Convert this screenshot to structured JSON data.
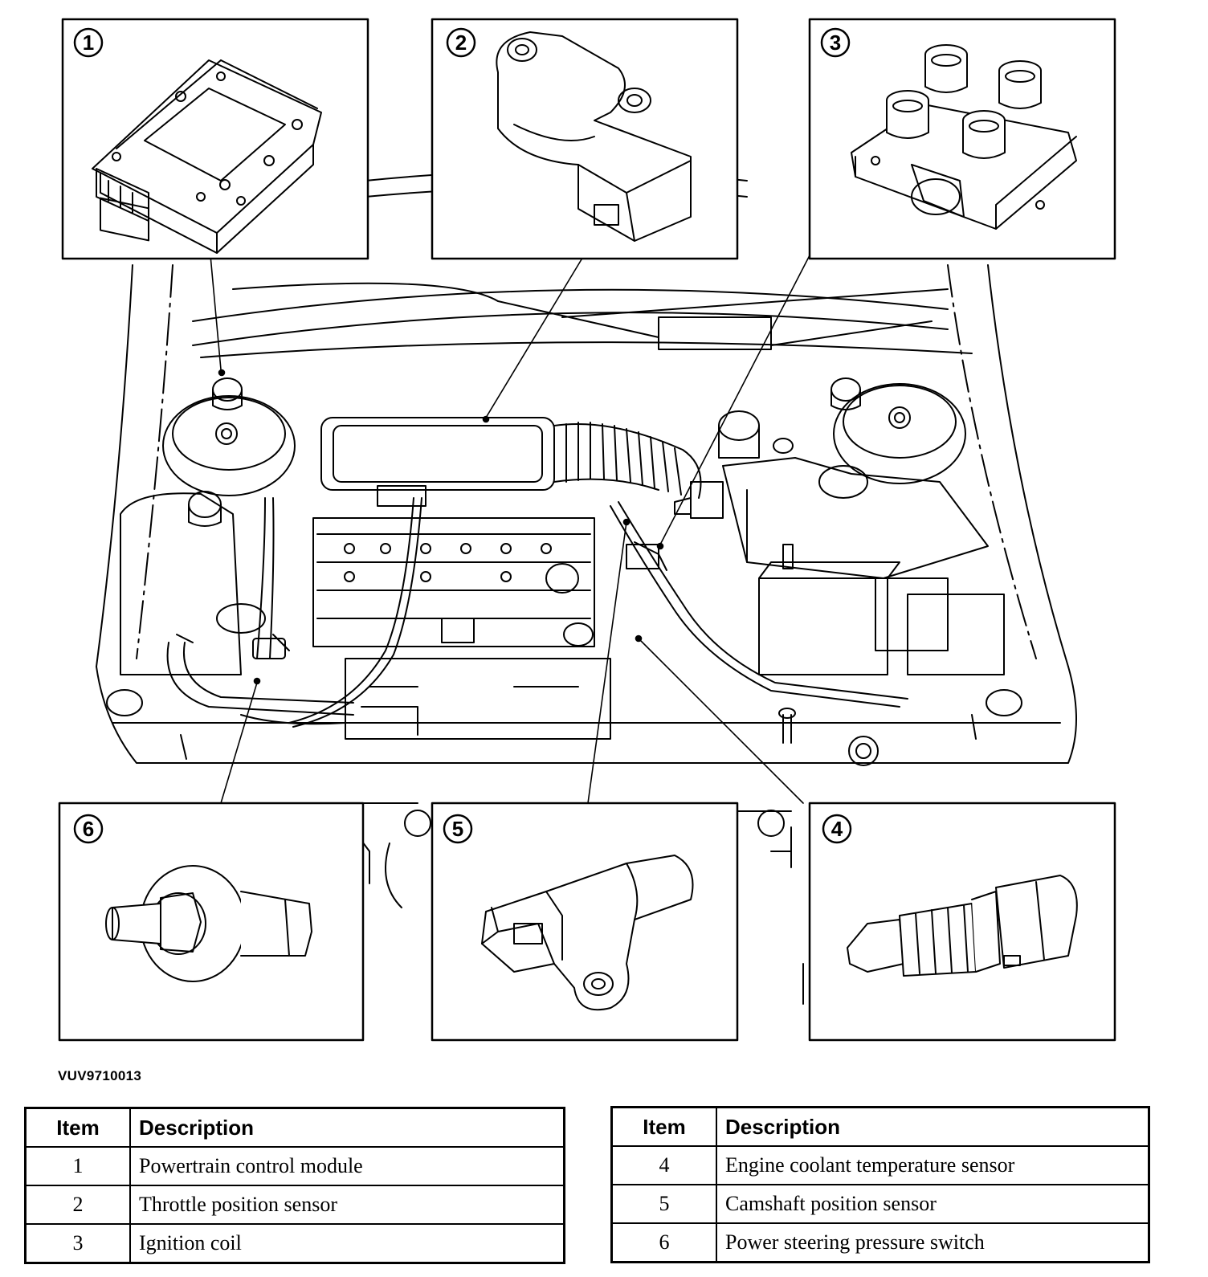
{
  "callouts": [
    {
      "num": "1",
      "label": "Powertrain control module"
    },
    {
      "num": "2",
      "label": "Throttle position sensor"
    },
    {
      "num": "3",
      "label": "Ignition coil"
    },
    {
      "num": "4",
      "label": "Engine coolant temperature sensor"
    },
    {
      "num": "5",
      "label": "Camshaft position sensor"
    },
    {
      "num": "6",
      "label": "Power steering pressure switch"
    }
  ],
  "figure_code": "VUV9710013",
  "legend": {
    "header_item": "Item",
    "header_description": "Description",
    "left_rows": [
      {
        "item": "1",
        "description": "Powertrain control module"
      },
      {
        "item": "2",
        "description": "Throttle position sensor"
      },
      {
        "item": "3",
        "description": "Ignition coil"
      }
    ],
    "right_rows": [
      {
        "item": "4",
        "description": "Engine coolant temperature sensor"
      },
      {
        "item": "5",
        "description": "Camshaft position sensor"
      },
      {
        "item": "6",
        "description": "Power steering pressure switch"
      }
    ]
  }
}
